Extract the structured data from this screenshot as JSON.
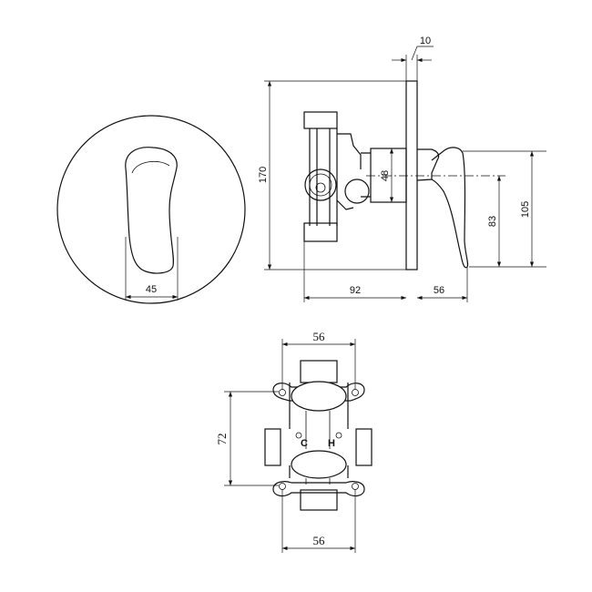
{
  "front_view": {
    "dim_handle_width": "45"
  },
  "side_view": {
    "dim_plate_thickness": "10",
    "dim_plate_height": "170",
    "dim_body_diameter": "48",
    "dim_body_depth": "92",
    "dim_handle_projection": "56",
    "dim_axis_height": "83",
    "dim_handle_height": "105"
  },
  "rear_view": {
    "dim_top_width": "56",
    "dim_mount_spacing": "72",
    "dim_bottom_width": "56",
    "label_cold": "C",
    "label_hot": "H"
  }
}
